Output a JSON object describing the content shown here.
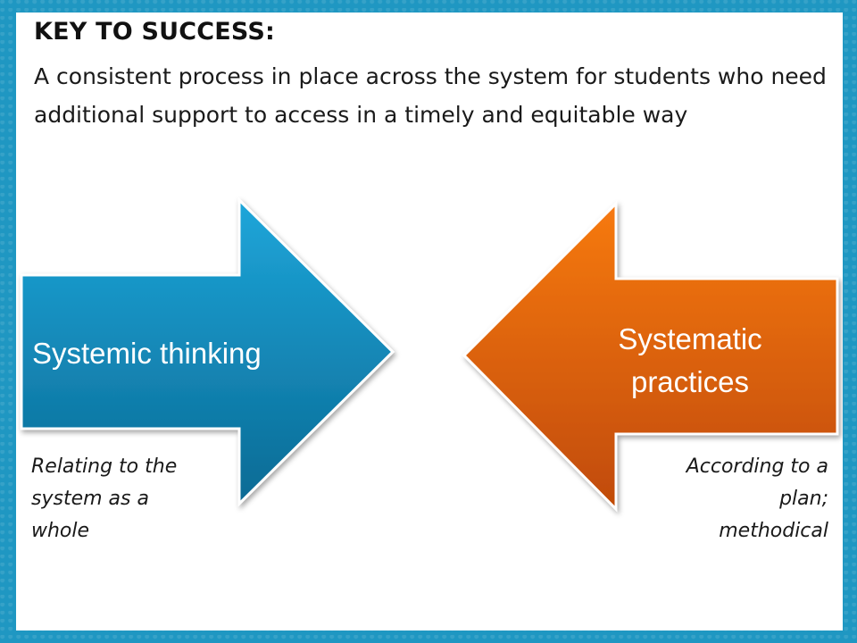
{
  "heading": "KEY TO SUCCESS:",
  "subtext": "A consistent process in place across the system for students who need additional support to access in a timely and equitable way",
  "left_arrow": {
    "label": "Systemic thinking",
    "note_line1": "Relating to the",
    "note_line2": "system as a",
    "note_line3": "whole",
    "color_top": "#1a9fd2",
    "color_bottom": "#0a6c96"
  },
  "right_arrow": {
    "label_line1": "Systematic",
    "label_line2": "practices",
    "note_line1": "According to a",
    "note_line2": "plan;",
    "note_line3": "methodical",
    "color_top": "#f3720e",
    "color_bottom": "#c24d07"
  },
  "border_color": "#1f97c2"
}
